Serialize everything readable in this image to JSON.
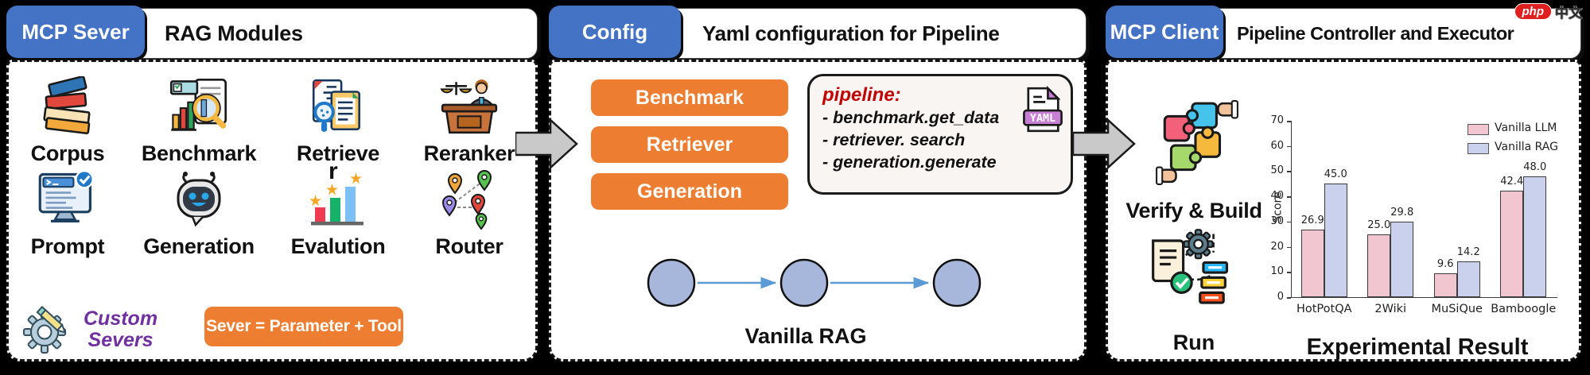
{
  "watermark": {
    "badge": "php",
    "cjk": "中文"
  },
  "colors": {
    "tab_blue": "#4472c4",
    "accent_orange": "#ED7D31",
    "custom_purple": "#7030A0",
    "code_red": "#C00000",
    "circle_fill": "#a7b6db",
    "flow_arrow_blue": "#5b9bd5"
  },
  "panel1": {
    "tab": "MCP Sever",
    "title": "RAG Modules",
    "modules": [
      {
        "label": "Corpus",
        "icon": "books-icon"
      },
      {
        "label": "Benchmark",
        "icon": "chart-magnifier-icon"
      },
      {
        "label": "Retrieve",
        "icon": "document-search-icon"
      },
      {
        "label": "Reranker",
        "icon": "judge-desk-icon"
      },
      {
        "label": "Prompt",
        "icon": "terminal-monitor-icon"
      },
      {
        "label": "Generation",
        "icon": "robot-icon"
      },
      {
        "label": "Evalution",
        "icon": "bars-stars-icon"
      },
      {
        "label": "Router",
        "icon": "map-pins-icon"
      }
    ],
    "stray_text": "r",
    "custom": {
      "line1": "Custom",
      "line2": "Severs"
    },
    "formula_button": "Sever = Parameter + Tool"
  },
  "panel2": {
    "tab": "Config",
    "title": "Yaml configuration for Pipeline",
    "buttons": [
      "Benchmark",
      "Retriever",
      "Generation"
    ],
    "code": {
      "header": "pipeline:",
      "lines": [
        "- benchmark.get_data",
        "- retriever. search",
        "- generation.generate"
      ],
      "file_badge": "YAML"
    },
    "flow_label": "Vanilla RAG"
  },
  "panel3": {
    "tab": "MCP Client",
    "title": "Pipeline Controller and Executor",
    "verify_label": "Verify & Build",
    "run_label": "Run",
    "chart_title": "Experimental Result"
  },
  "chart_data": {
    "type": "bar",
    "categories": [
      "HotPotQA",
      "2Wiki",
      "MuSiQue",
      "Bamboogle"
    ],
    "series": [
      {
        "name": "Vanilla LLM",
        "color": "#f2c6d0",
        "values": [
          26.9,
          25.0,
          9.6,
          42.4
        ]
      },
      {
        "name": "Vanilla RAG",
        "color": "#c9d1ec",
        "values": [
          45.0,
          29.8,
          14.2,
          48.0
        ]
      }
    ],
    "ylabel": "Score",
    "ylim": [
      0,
      70
    ],
    "yticks": [
      0,
      10,
      20,
      30,
      40,
      50,
      60,
      70
    ],
    "legend_position": "upper right",
    "grid": false
  }
}
